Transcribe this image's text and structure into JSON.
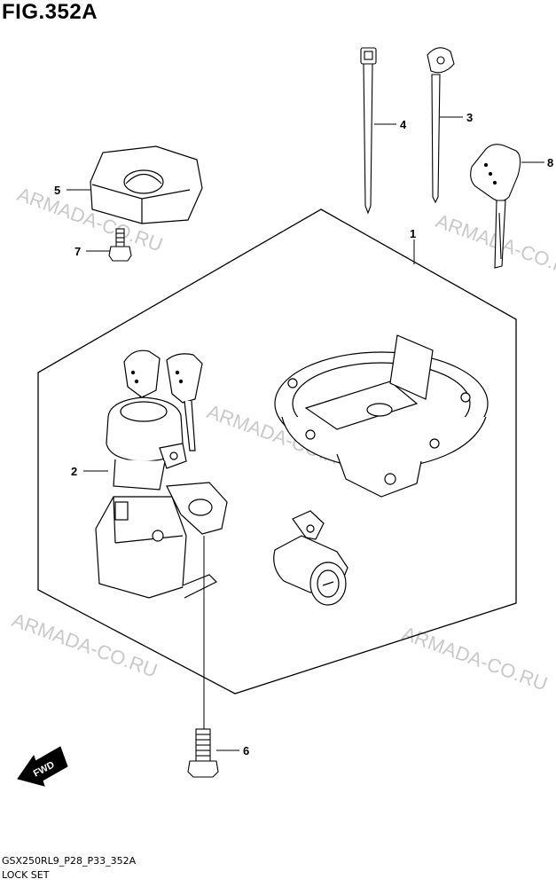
{
  "figure": {
    "title": "FIG.352A",
    "code": "GSX250RL9_P28_P33_352A",
    "name": "LOCK SET"
  },
  "watermark": "ARMADA-CO.RU",
  "fwd_label": "FWD",
  "callouts": [
    {
      "id": "1",
      "part": "lock-set-assembly"
    },
    {
      "id": "2",
      "part": "ignition-switch"
    },
    {
      "id": "3",
      "part": "key-tag-tie"
    },
    {
      "id": "4",
      "part": "cable-tie"
    },
    {
      "id": "5",
      "part": "switch-cover"
    },
    {
      "id": "6",
      "part": "bolt"
    },
    {
      "id": "7",
      "part": "screw"
    },
    {
      "id": "8",
      "part": "key"
    }
  ]
}
